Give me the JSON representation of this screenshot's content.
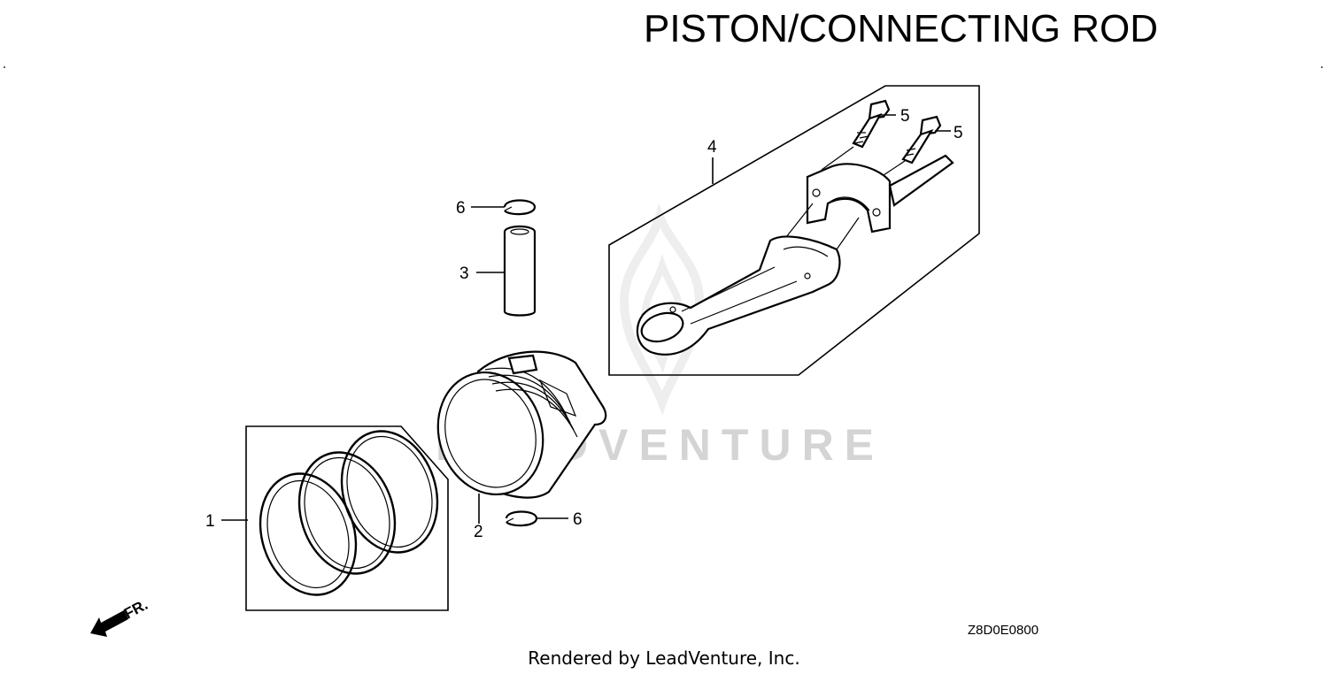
{
  "diagram": {
    "title": "PISTON/CONNECTING  ROD",
    "diagram_code": "Z8D0E0800",
    "front_label": "FR.",
    "watermark": "LEADVENTURE",
    "footer": "Rendered by LeadVenture, Inc.",
    "callouts": {
      "piston_rings": "1",
      "piston": "2",
      "piston_pin": "3",
      "connecting_rod": "4",
      "rod_bolt_a": "5",
      "rod_bolt_b": "5",
      "pin_clip_upper": "6",
      "pin_clip_lower": "6"
    }
  }
}
